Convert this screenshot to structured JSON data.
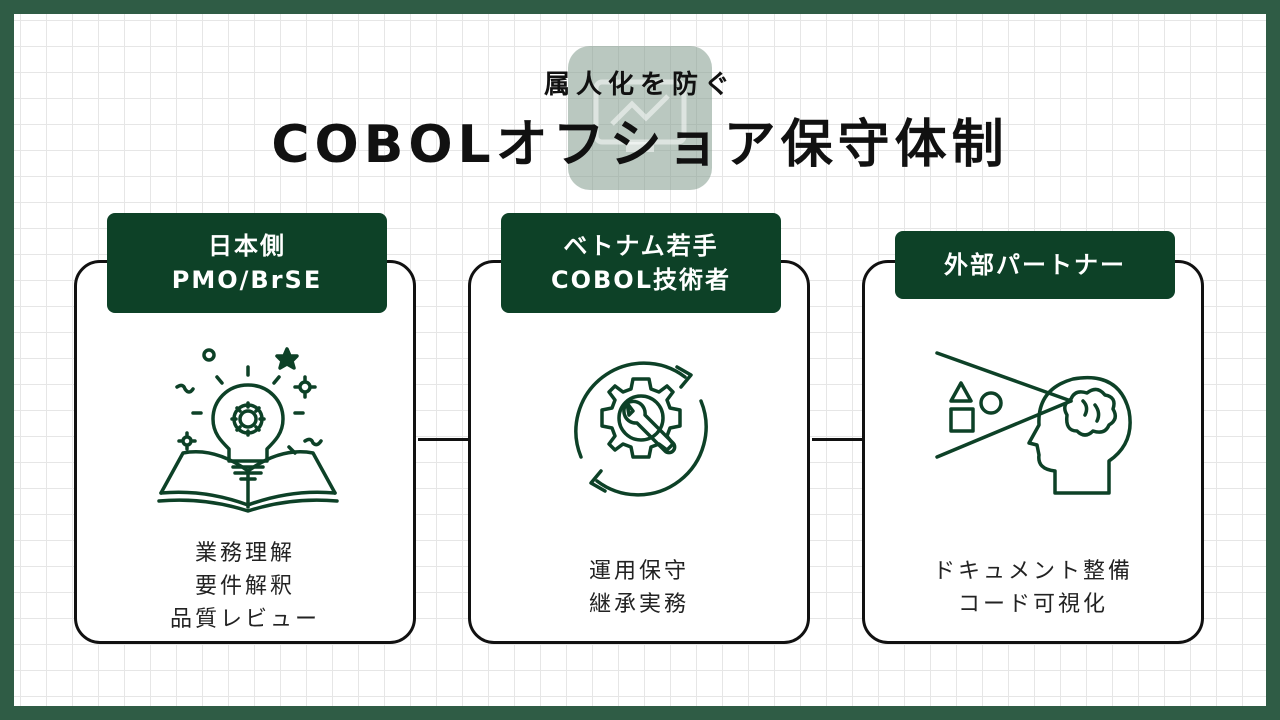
{
  "header": {
    "subtitle": "属人化を防ぐ",
    "title": "COBOLオフショア保守体制"
  },
  "cards": [
    {
      "header_lines": [
        "日本側",
        "PMO/BrSE"
      ],
      "icon": "lightbulb-book-icon",
      "body_lines": [
        "業務理解",
        "要件解釈",
        "品質レビュー"
      ]
    },
    {
      "header_lines": [
        "ベトナム若手",
        "COBOL技術者"
      ],
      "icon": "gear-wrench-cycle-icon",
      "body_lines": [
        "運用保守",
        "継承実務"
      ]
    },
    {
      "header_lines": [
        "外部パートナー"
      ],
      "icon": "head-shapes-icon",
      "body_lines": [
        "ドキュメント整備",
        "コード可視化"
      ]
    }
  ],
  "colors": {
    "frame": "#2f5c45",
    "header_bg": "#0d4127",
    "icon_stroke": "#0d4127",
    "text": "#111111"
  }
}
